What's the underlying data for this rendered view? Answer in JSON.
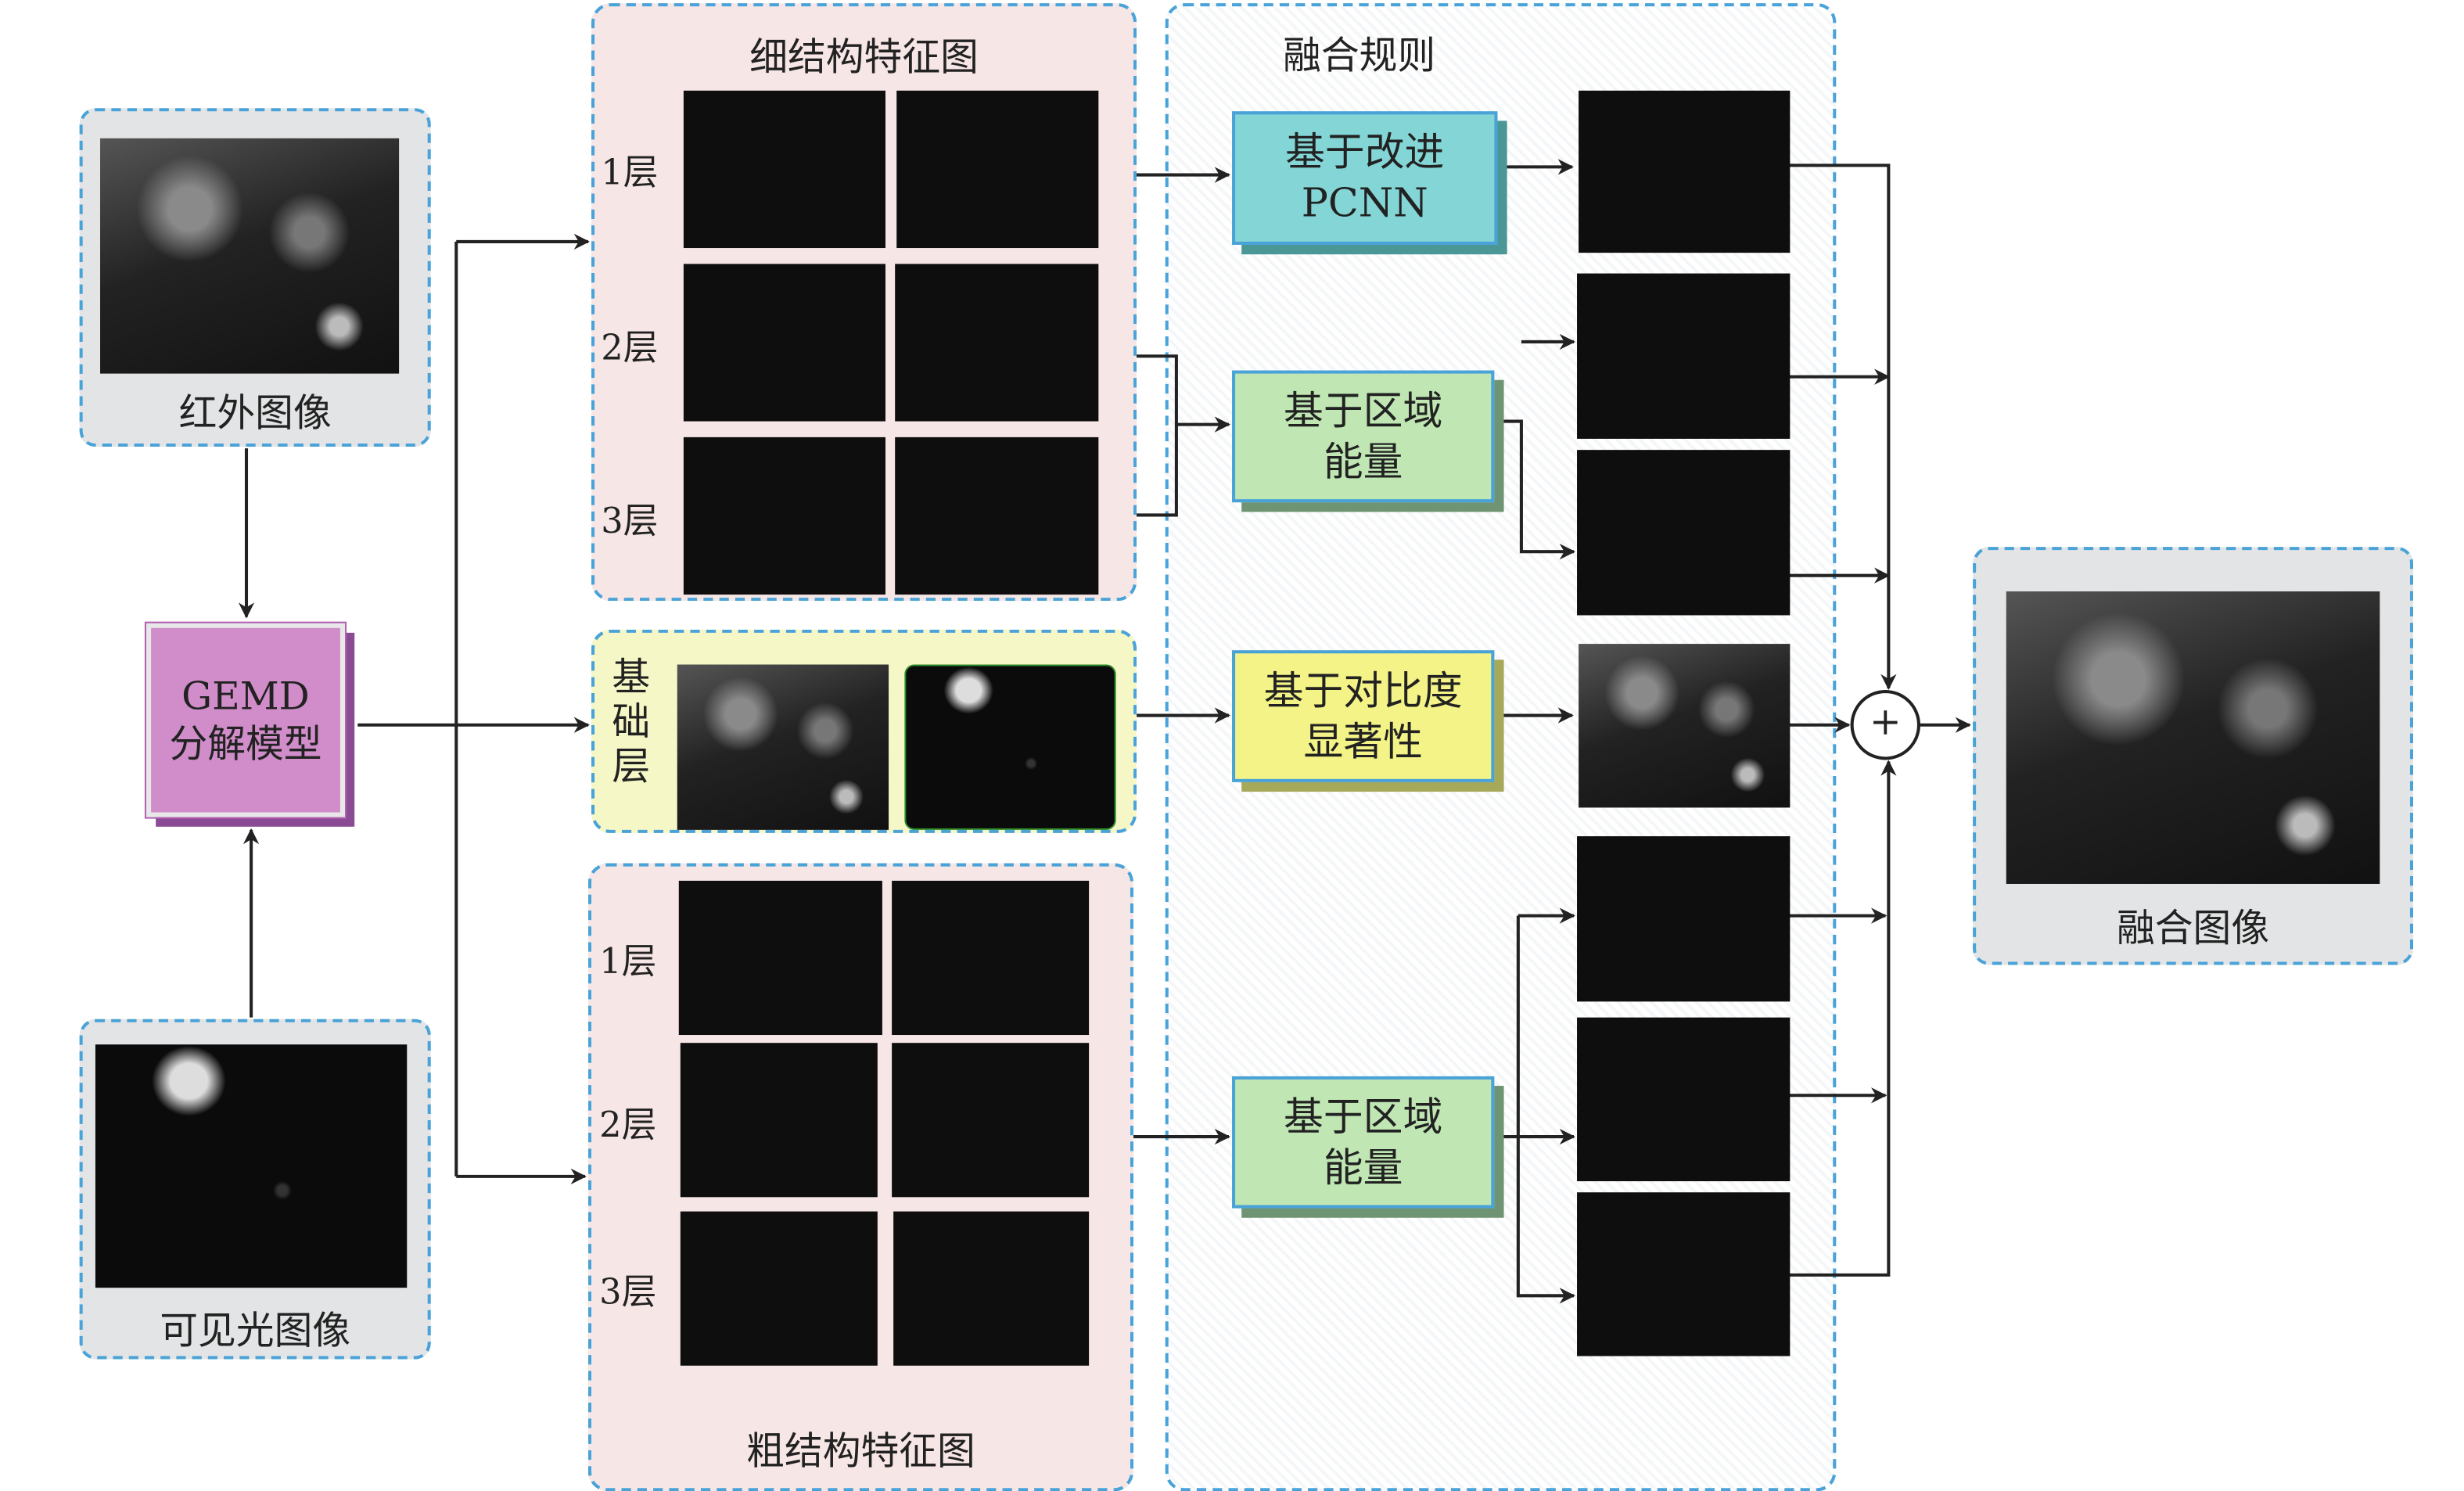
{
  "inputs": {
    "infrared_label": "红外图像",
    "visible_label": "可见光图像"
  },
  "decomposition": {
    "line1": "GEMD",
    "line2": "分解模型"
  },
  "fine_structure": {
    "title": "细结构特征图",
    "rows": [
      "1层",
      "2层",
      "3层"
    ]
  },
  "base_layer": {
    "label_chars": [
      "基",
      "础",
      "层"
    ]
  },
  "coarse_structure": {
    "title": "粗结构特征图",
    "rows": [
      "1层",
      "2层",
      "3层"
    ]
  },
  "fusion_rules": {
    "title": "融合规则",
    "rules": [
      {
        "line1": "基于改进",
        "line2": "PCNN"
      },
      {
        "line1": "基于区域",
        "line2": "能量"
      },
      {
        "line1": "基于对比度",
        "line2": "显著性"
      },
      {
        "line1": "基于区域",
        "line2": "能量"
      }
    ]
  },
  "sum_symbol": "+",
  "output": {
    "label": "融合图像"
  },
  "colors": {
    "dash_border": "#4aa3d8",
    "pcnn": "#83d5d6",
    "region_energy": "#bfe6b3",
    "contrast": "#f3f387",
    "gemd": "#d08dca",
    "fine_panel": "#f7e6e6",
    "base_panel": "#f6f7c6"
  }
}
